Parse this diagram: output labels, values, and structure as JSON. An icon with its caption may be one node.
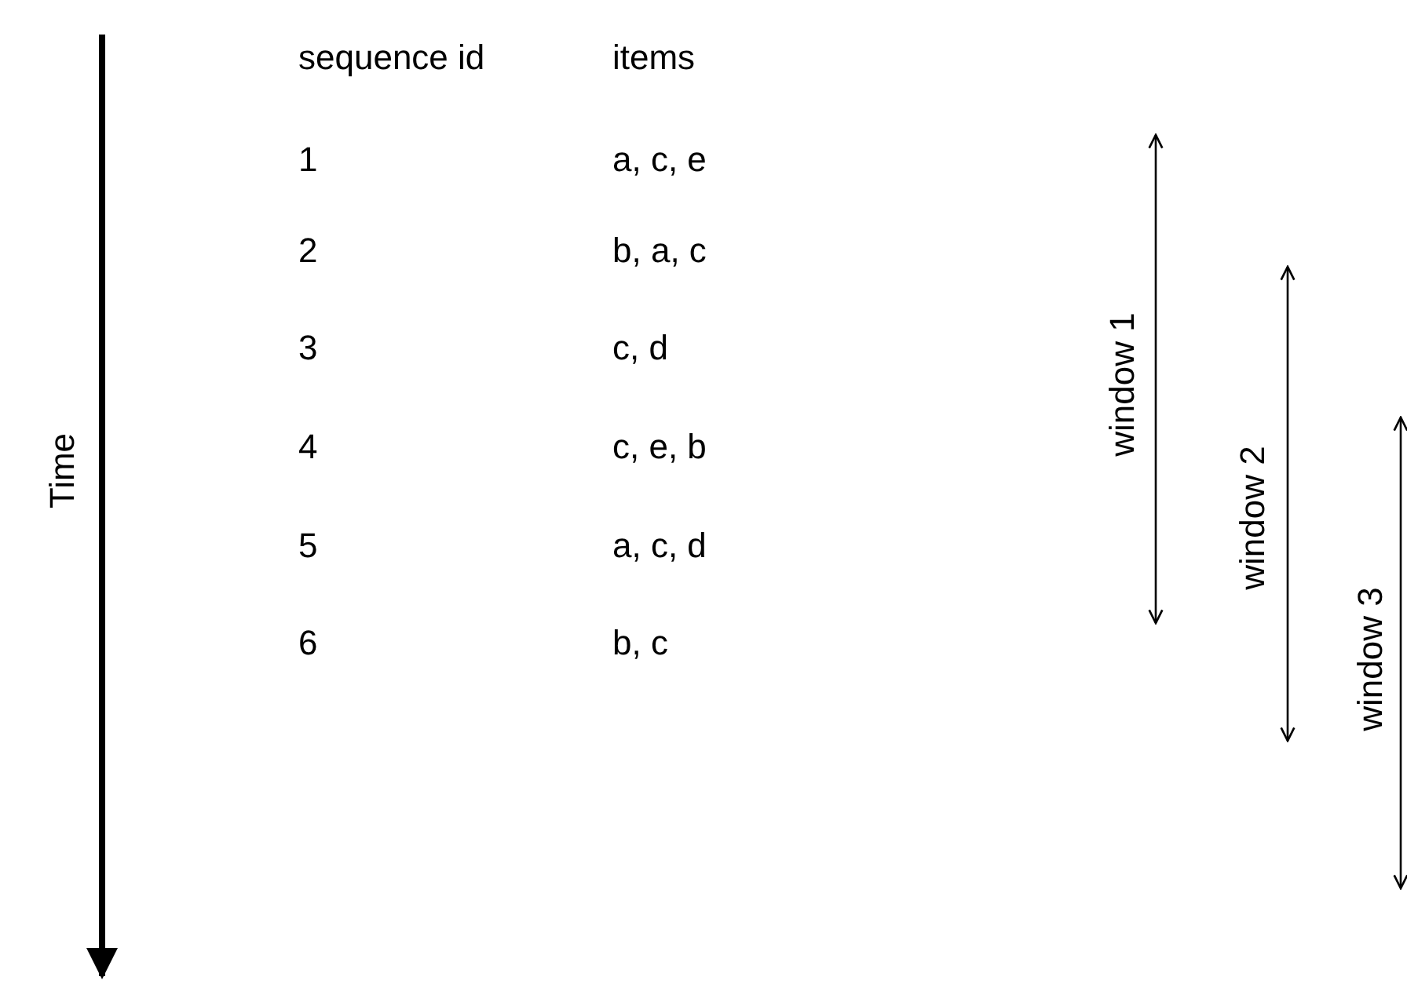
{
  "diagram": {
    "labels": [
      "sequence id",
      "items",
      "Time",
      "1",
      "a, c, e",
      "2",
      "b, a, c",
      "3",
      "c, d",
      "4",
      "c, e, b",
      "5",
      "a, c, d",
      "6",
      "b, c",
      "window 1",
      "window 2",
      "window 3"
    ]
  }
}
